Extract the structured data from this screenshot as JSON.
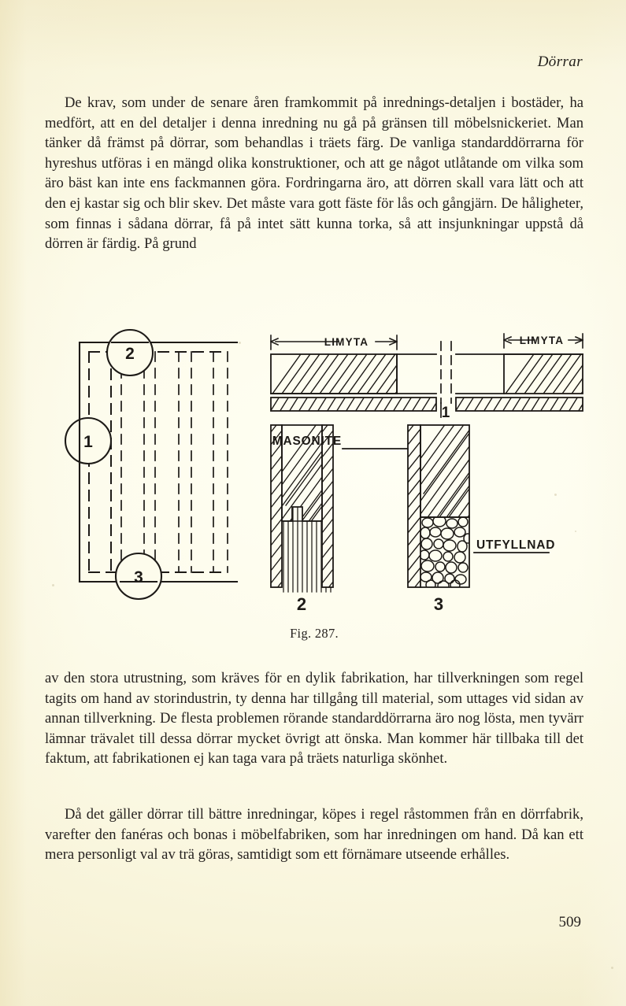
{
  "page": {
    "running_head": "Dörrar",
    "page_number": "509",
    "paper_color": "#fdfcec",
    "ink_color": "#262220"
  },
  "paragraphs": {
    "top": "De krav, som under de senare åren framkommit på inrednings-detaljen i bostäder, ha medfört, att en del detaljer i denna inredning nu gå på gränsen till möbelsnickeriet. Man tänker då främst på dörrar, som behandlas i träets färg. De vanliga standarddörrarna för hyreshus utföras i en mängd olika konstruktioner, och att ge något utlåtande om vilka som äro bäst kan inte ens fackmannen göra. Fordringarna äro, att dörren skall vara lätt och att den ej kastar sig och blir skev. Det måste vara gott fäste för lås och gångjärn. De håligheter, som finnas i sådana dörrar, få på intet sätt kunna torka, så att insjunkningar uppstå då dörren är färdig. På grund",
    "middle": "av den stora utrustning, som kräves för en dylik fabrikation, har tillverkningen som regel tagits om hand av storindustrin, ty denna har tillgång till material, som uttages vid sidan av annan tillverkning. De flesta problemen rörande standarddörrarna äro nog lösta, men tyvärr lämnar trävalet till dessa dörrar mycket övrigt att önska. Man kommer här tillbaka till det faktum, att fabrikationen ej kan taga vara på träets naturliga skönhet.",
    "bottom": "Då det gäller dörrar till bättre inredningar, köpes i regel råstommen från en dörrfabrik, varefter den fanéras och bonas i möbelfabriken, som har inredningen om hand. Då kan ett mera personligt val av trä göras, samtidigt som ett förnämare utseende erhålles."
  },
  "figure": {
    "caption": "Fig. 287.",
    "callouts": {
      "one": "1",
      "two": "2",
      "three": "3"
    },
    "detail_labels": {
      "detail_one": "1",
      "detail_two": "2",
      "detail_three": "3"
    },
    "annotations": {
      "glue_surface_left": "LIMYTA",
      "glue_surface_right": "LIMYTA",
      "masonite": "MASONITE",
      "filler": "UTFYLLNAD"
    }
  }
}
